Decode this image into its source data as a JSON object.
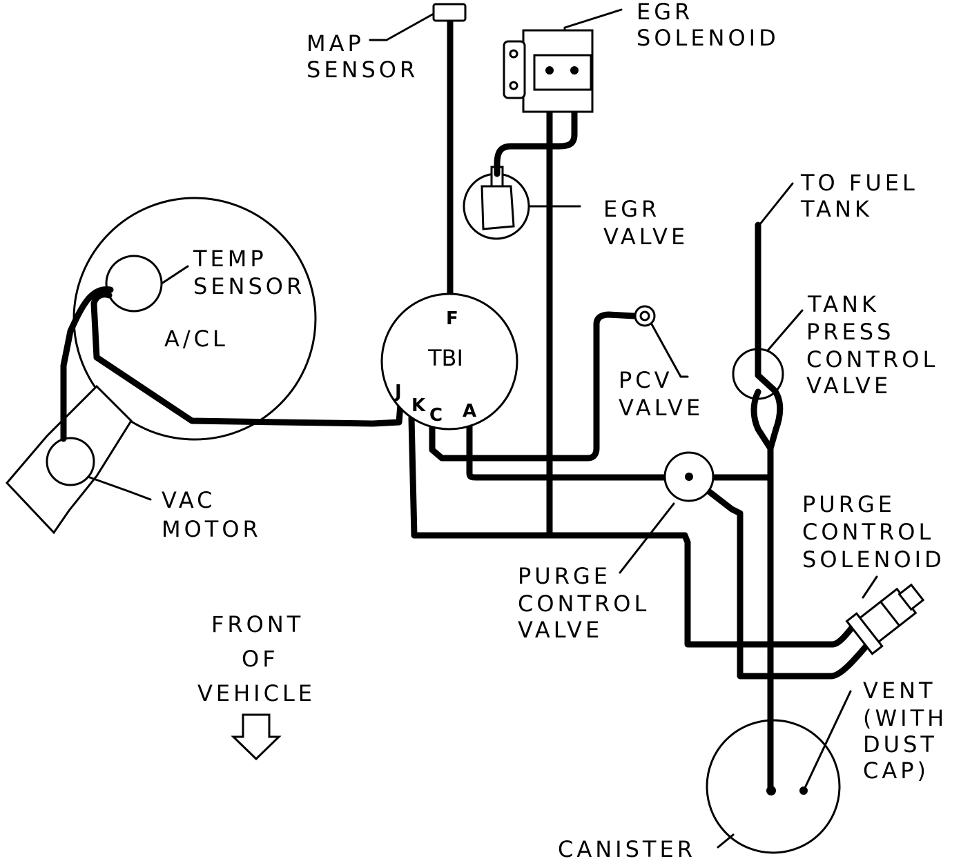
{
  "labels": {
    "map_sensor": [
      "MAP",
      "SENSOR"
    ],
    "egr_solenoid": [
      "EGR",
      "SOLENOID"
    ],
    "egr_valve": [
      "EGR",
      "VALVE"
    ],
    "to_fuel_tank": [
      "TO FUEL",
      "TANK"
    ],
    "temp_sensor": [
      "TEMP",
      "SENSOR"
    ],
    "air_cleaner": "A/CL",
    "tbi": "TBI",
    "port_f": "F",
    "port_j": "J",
    "port_k": "K",
    "port_c": "C",
    "port_a": "A",
    "pcv_valve": [
      "PCV",
      "VALVE"
    ],
    "tank_press_control_valve": [
      "TANK",
      "PRESS",
      "CONTROL",
      "VALVE"
    ],
    "vac_motor": [
      "VAC",
      "MOTOR"
    ],
    "purge_control_solenoid": [
      "PURGE",
      "CONTROL",
      "SOLENOID"
    ],
    "purge_control_valve": [
      "PURGE",
      "CONTROL",
      "VALVE"
    ],
    "front_of_vehicle": [
      "FRONT",
      "OF",
      "VEHICLE"
    ],
    "vent": [
      "VENT",
      "(WITH",
      "DUST",
      "CAP)"
    ],
    "canister": "CANISTER"
  }
}
